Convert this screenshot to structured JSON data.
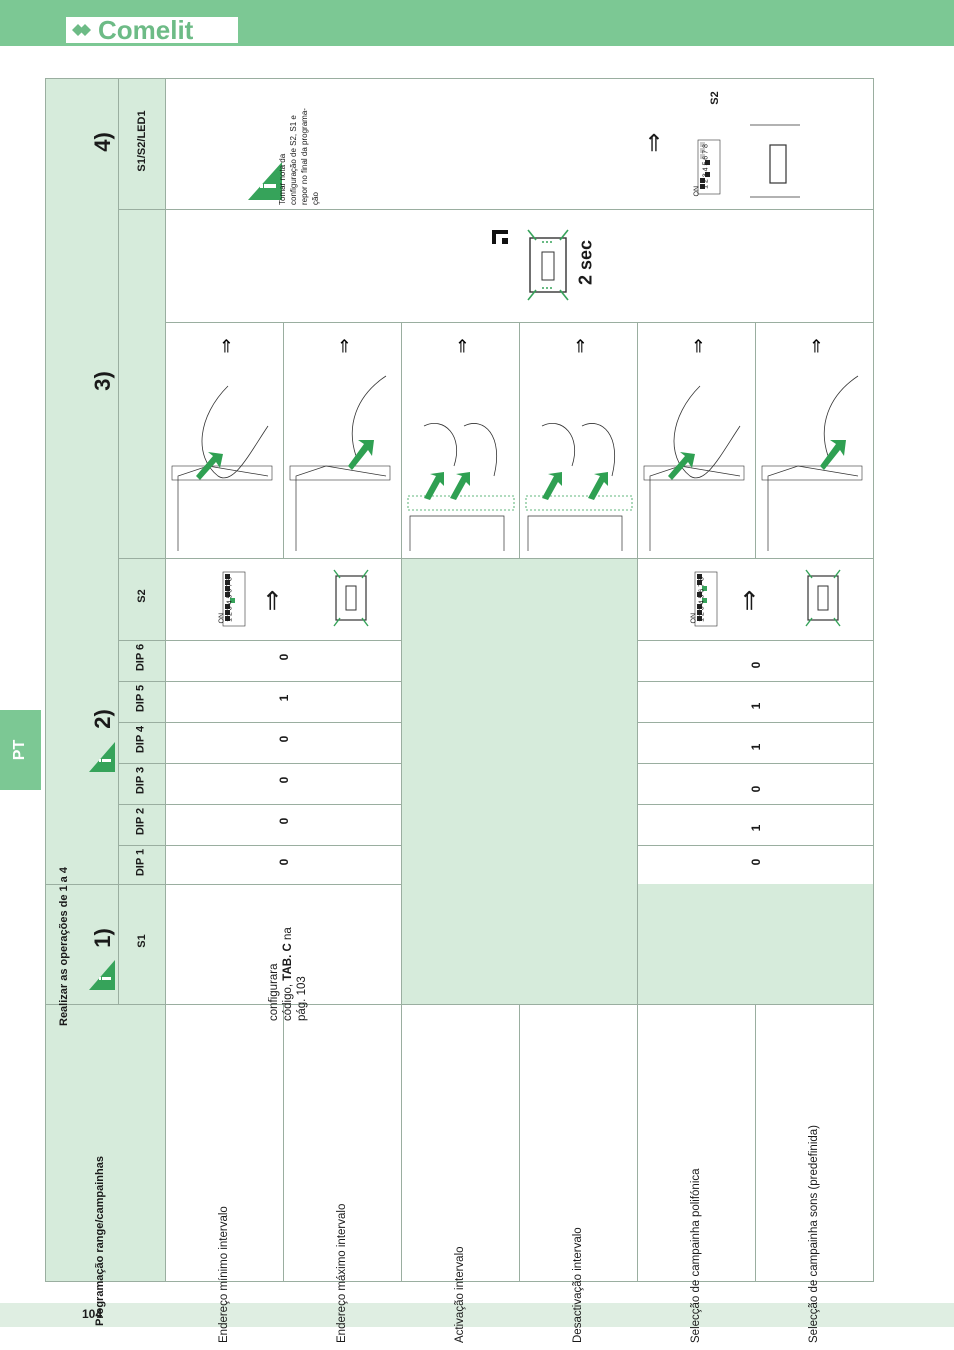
{
  "brand": {
    "logo_text": "Comelit"
  },
  "side_tab": "PT",
  "page_number": "104",
  "table": {
    "title": "Programação range/campainhas",
    "subtitle": "Realizar as operações de 1 a 4",
    "steps": {
      "s1": "1)",
      "s2": "2)",
      "s3": "3)",
      "s4": "4)"
    },
    "col_s1": "S1",
    "dips": [
      "DIP 1",
      "DIP 2",
      "DIP 3",
      "DIP 4",
      "DIP 5",
      "DIP 6"
    ],
    "col_s2": "S2",
    "col_s124": "S1/S2/LED1",
    "rows": [
      "Endereço mínimo intervalo",
      "Endereço máximo intervalo",
      "Activação intervalo",
      "Desactivação intervalo",
      "Selecção de campainha polifónica",
      "Selecção de campainha sons (predefinida)"
    ],
    "s1_note_a": "configurara",
    "s1_note_b": "código,",
    "s1_note_tab": "TAB. C",
    "s1_note_c": "na",
    "s1_note_d": "pág. 103",
    "dip_values_1": [
      "0",
      "0",
      "0",
      "0",
      "1",
      "0"
    ],
    "dip_values_2": [
      "0",
      "1",
      "0",
      "1",
      "1",
      "0"
    ],
    "led_time": "2 sec",
    "note_lines": [
      "Tomar nota da",
      "configuração de S2, S1 e",
      "repor no final da programa-",
      "ção"
    ],
    "s2_label": "S2",
    "dip_switch": {
      "on": "ON",
      "nums": "1 2 3 4 5 6 7 8"
    },
    "arrow": "⇒"
  },
  "colors": {
    "brand_green": "#7cc894",
    "table_green": "#d6ebdb",
    "accent": "#2f9e54"
  }
}
